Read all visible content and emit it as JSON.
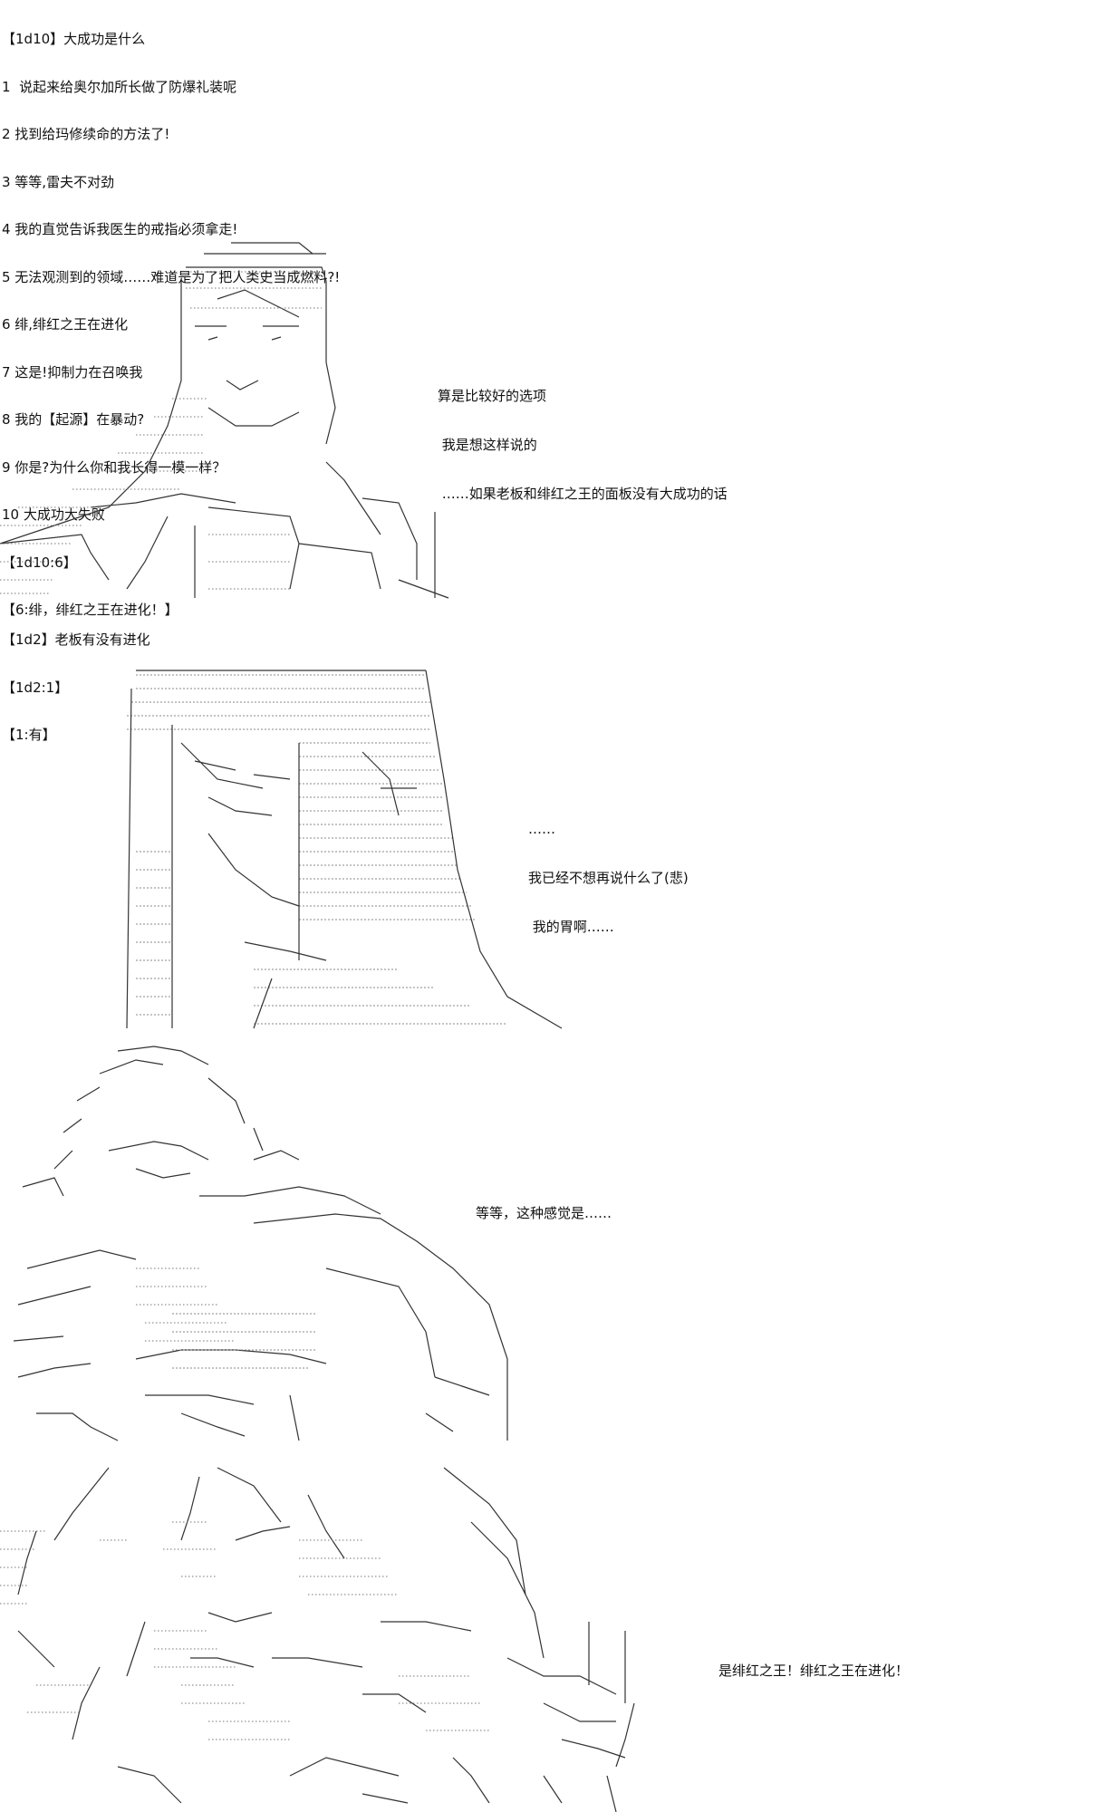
{
  "roll1": {
    "lines": [
      "【1d10】大成功是什么",
      "1  说起来给奥尔加所长做了防爆礼装呢",
      "2 找到给玛修续命的方法了!",
      "3 等等,雷夫不对劲",
      "4 我的直觉告诉我医生的戒指必须拿走!",
      "5 无法观测到的领域……难道是为了把人类史当成燃料?!",
      "6 绯,绯红之王在进化",
      "7 这是!抑制力在召唤我",
      "8 我的【起源】在暴动?",
      "9 你是?为什么你和我长得一模一样？",
      "10 大成功大失败",
      "【1d10:6】",
      "【6:绯，绯红之王在进化！】"
    ]
  },
  "comment1": [
    "算是比较好的选项",
    " 我是想这样说的",
    " ……如果老板和绯红之王的面板没有大成功的话"
  ],
  "roll2": {
    "lines": [
      "【1d2】老板有没有进化",
      "【1d2:1】",
      "【1:有】"
    ]
  },
  "comment2": [
    "……",
    "我已经不想再说什么了(悲)",
    " 我的胃啊……"
  ],
  "comment3": "等等，这种感觉是……",
  "comment4": "是绯红之王！绯红之王在进化！"
}
